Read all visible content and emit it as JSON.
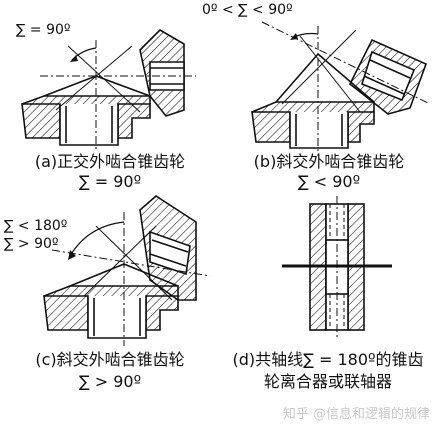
{
  "panels": {
    "a": {
      "angle_label": "∑ = 90º",
      "caption_line1": "(a)正交外啮合锥齿轮",
      "caption_line2": "∑ = 90º"
    },
    "b": {
      "angle_label": "0º < ∑ < 90º",
      "caption_line1": "(b)斜交外啮合锥齿轮",
      "caption_line2": "∑ < 90º"
    },
    "c": {
      "angle_label_1": "∑ < 180º",
      "angle_label_2": "∑ > 90º",
      "caption_line1": "(c)斜交外啮合锥齿轮",
      "caption_line2": "∑ > 90º"
    },
    "d": {
      "caption_line1": "(d)共轴线∑ = 180º的锥齿",
      "caption_line2": "轮离合器或联轴器"
    }
  },
  "watermark": "知乎 @信息和逻辑的规律",
  "colors": {
    "ink": "#111111",
    "paper": "#ffffff",
    "watermark": "#c8c8c8"
  }
}
